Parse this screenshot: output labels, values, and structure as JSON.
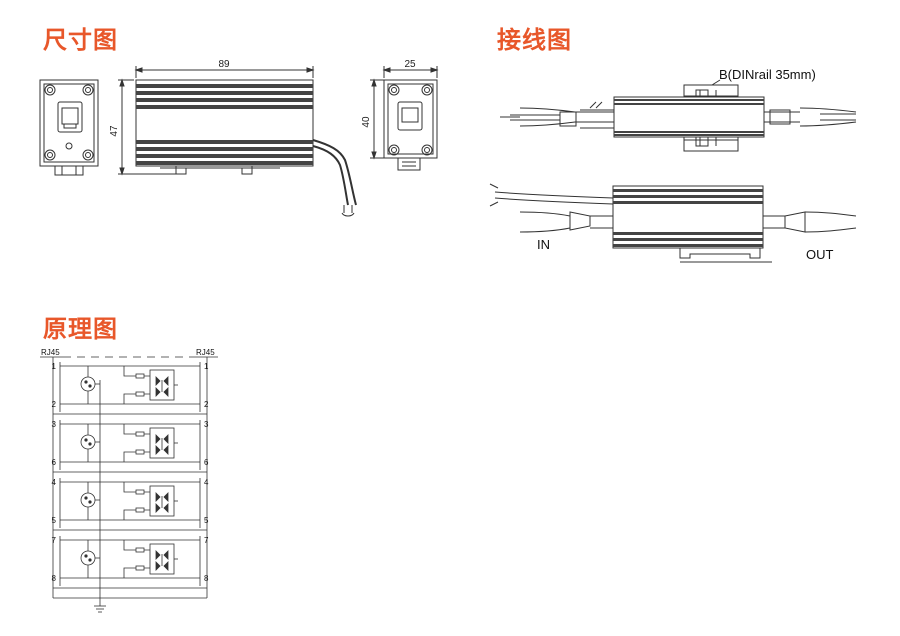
{
  "headings": {
    "dimensions": "尺寸图",
    "wiring": "接线图",
    "schematic": "原理图"
  },
  "dimensions": {
    "length": "89",
    "height": "47",
    "width": "25",
    "depth": "40"
  },
  "wiring": {
    "din_rail_label": "B(DINrail 35mm)",
    "in_label": "IN",
    "out_label": "OUT"
  },
  "schematic": {
    "connector_left": "RJ45",
    "connector_right": "RJ45",
    "pin_pairs": [
      {
        "top": "1",
        "bottom": "2"
      },
      {
        "top": "3",
        "bottom": "6"
      },
      {
        "top": "4",
        "bottom": "5"
      },
      {
        "top": "7",
        "bottom": "8"
      }
    ]
  },
  "colors": {
    "heading": "#e8572a",
    "line": "#333333"
  }
}
